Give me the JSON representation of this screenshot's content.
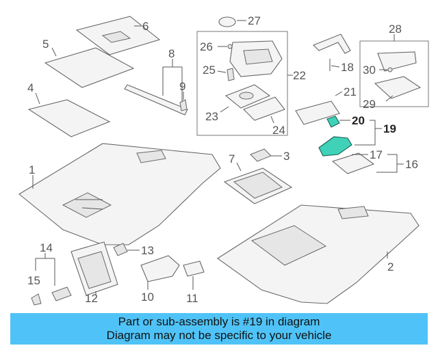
{
  "callouts": {
    "c1": "1",
    "c2": "2",
    "c3": "3",
    "c4": "4",
    "c5": "5",
    "c6": "6",
    "c7": "7",
    "c8": "8",
    "c9": "9",
    "c10": "10",
    "c11": "11",
    "c12": "12",
    "c13": "13",
    "c14": "14",
    "c15": "15",
    "c16": "16",
    "c17": "17",
    "c18": "18",
    "c19": "19",
    "c20": "20",
    "c21": "21",
    "c22": "22",
    "c23": "23",
    "c24": "24",
    "c25": "25",
    "c26": "26",
    "c27": "27",
    "c28": "28",
    "c29": "29",
    "c30": "30"
  },
  "highlight": {
    "part_number": "19",
    "color": "#3fd2b8"
  },
  "banner": {
    "line1": "Part or sub-assembly is #19 in diagram",
    "line2": "Diagram may not be specific to your vehicle",
    "color": "#4fc3f7"
  }
}
